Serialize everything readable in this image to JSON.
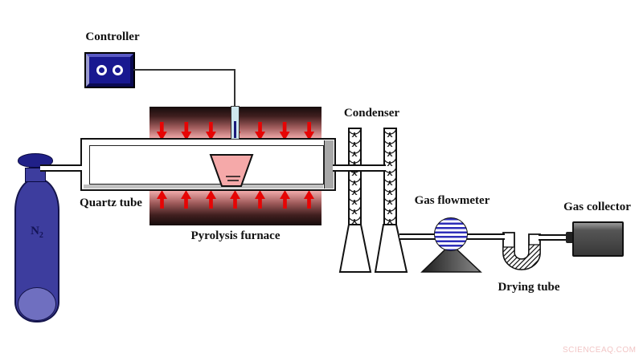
{
  "labels": {
    "controller": "Controller",
    "condenser": "Condenser",
    "quartz_tube": "Quartz tube",
    "pyrolysis_furnace": "Pyrolysis furnace",
    "gas_flowmeter": "Gas flowmeter",
    "drying_tube": "Drying tube",
    "gas_collector": "Gas collector",
    "nitrogen_symbol": "N",
    "nitrogen_subscript": "2"
  },
  "furnace": {
    "top_arrow_count": 7,
    "bottom_arrow_count": 7,
    "arrow_color": "#e60505"
  },
  "colors": {
    "controller_face": "#181890",
    "cylinder_body": "#3d3d9e",
    "cylinder_base": "#6f6fc0",
    "crucible_pink": "#f5a9a9",
    "flowmeter_stripe": "#2d2db8",
    "furnace_dark": "#150c0c",
    "furnace_pink": "#f2abab",
    "thermocouple_blue": "#cfe8ee"
  },
  "watermark": "SCIENCEAQ.COM"
}
